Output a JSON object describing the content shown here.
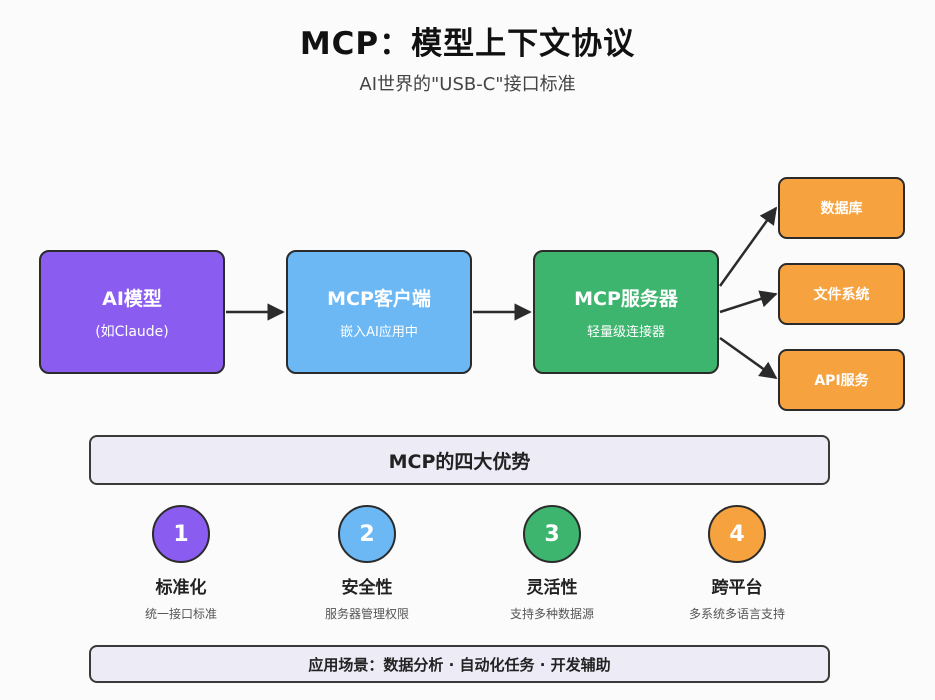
{
  "title": "MCP：模型上下文协议",
  "subtitle": "AI世界的\"USB-C\"接口标准",
  "flow": {
    "ai_model": {
      "title": "AI模型",
      "sub": "(如Claude)"
    },
    "client": {
      "title": "MCP客户端",
      "sub": "嵌入AI应用中"
    },
    "server": {
      "title": "MCP服务器",
      "sub": "轻量级连接器"
    },
    "targets": [
      "数据库",
      "文件系统",
      "API服务"
    ]
  },
  "advantages": {
    "heading": "MCP的四大优势",
    "items": [
      {
        "num": "1",
        "title": "标准化",
        "desc": "统一接口标准",
        "color": "#8b5cf0"
      },
      {
        "num": "2",
        "title": "安全性",
        "desc": "服务器管理权限",
        "color": "#6cb8f5"
      },
      {
        "num": "3",
        "title": "灵活性",
        "desc": "支持多种数据源",
        "color": "#3db56e"
      },
      {
        "num": "4",
        "title": "跨平台",
        "desc": "多系统多语言支持",
        "color": "#f6a23f"
      }
    ]
  },
  "scenarios": "应用场景：数据分析 · 自动化任务 · 开发辅助",
  "colors": {
    "ai": "#8b5cf0",
    "client": "#6cb8f5",
    "server": "#3db56e",
    "target": "#f6a23f",
    "banner": "#ecebf6"
  }
}
